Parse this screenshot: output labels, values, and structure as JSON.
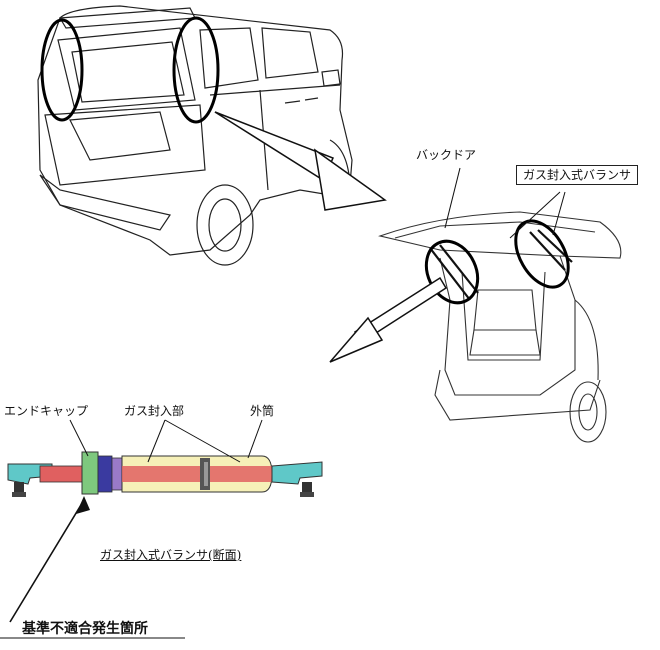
{
  "labels": {
    "back_door": "バックドア",
    "gas_balancer": "ガス封入式バランサ",
    "end_cap": "エンドキャップ",
    "gas_section": "ガス封入部",
    "outer_tube": "外筒",
    "cross_section_caption": "ガス封入式バランサ(断面)",
    "defect_location": "基準不適合発生箇所"
  },
  "colors": {
    "rod": "#e06060",
    "tube": "#f6f0b8",
    "end_cap": "#7ec87e",
    "seal": "#3a3aa0",
    "mount": "#5fc8c8",
    "line": "#111111"
  }
}
